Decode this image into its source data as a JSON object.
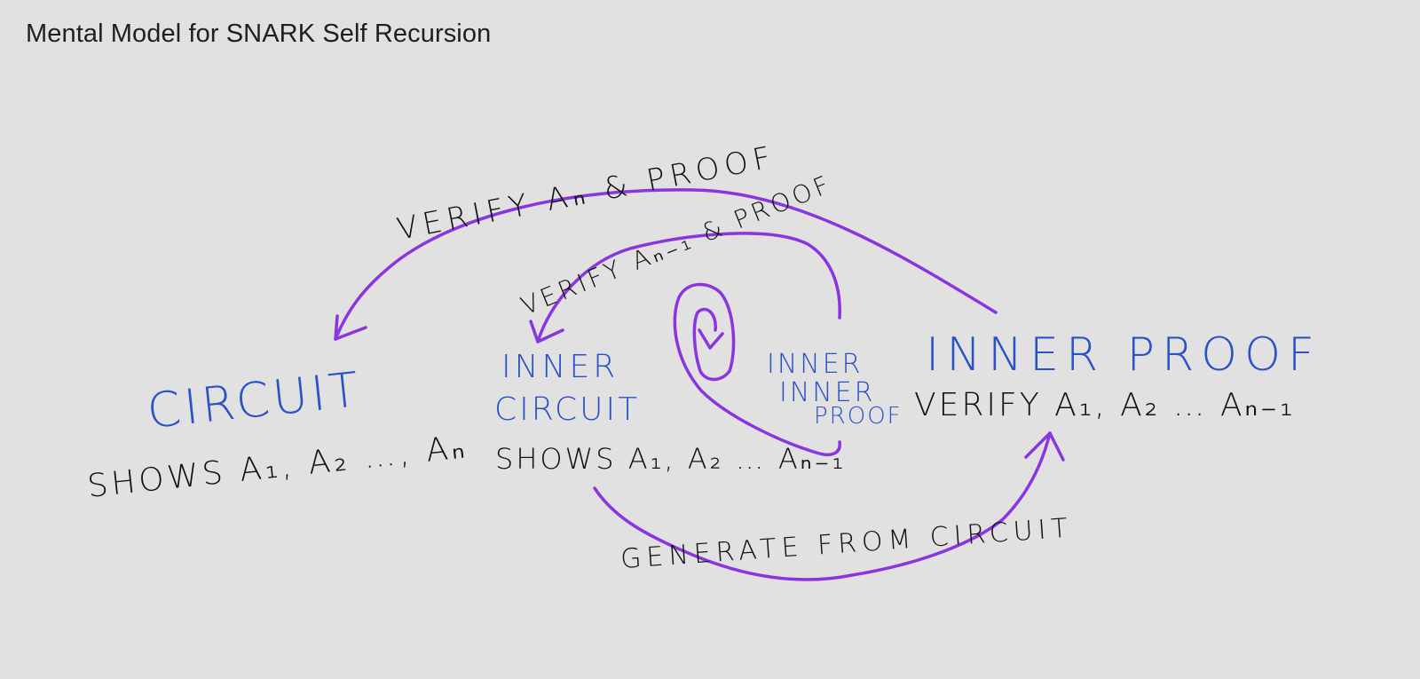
{
  "title": "Mental Model for SNARK Self Recursion",
  "colors": {
    "background": "#e1e1e1",
    "ink_black": "#111111",
    "ink_blue": "#2a52c8",
    "ink_purple": "#8a35e0"
  },
  "nodes": {
    "circuit": {
      "label": "CIRCUIT",
      "caption": "SHOWS A₁, A₂ …, Aₙ"
    },
    "inner_circuit": {
      "label_line1": "INNER",
      "label_line2": "CIRCUIT",
      "caption": "SHOWS A₁, A₂ … Aₙ₋₁"
    },
    "inner_inner_proof": {
      "label_line1": "INNER",
      "label_line2": "INNER",
      "label_line3": "PROOF"
    },
    "inner_proof": {
      "label": "INNER PROOF",
      "caption": "VERIFY A₁, A₂ … Aₙ₋₁"
    }
  },
  "edges": {
    "verify_an": "VERIFY Aₙ & PROOF",
    "verify_an_minus_1": "VERIFY Aₙ₋₁ & PROOF",
    "generate": "GENERATE FROM CIRCUIT"
  }
}
